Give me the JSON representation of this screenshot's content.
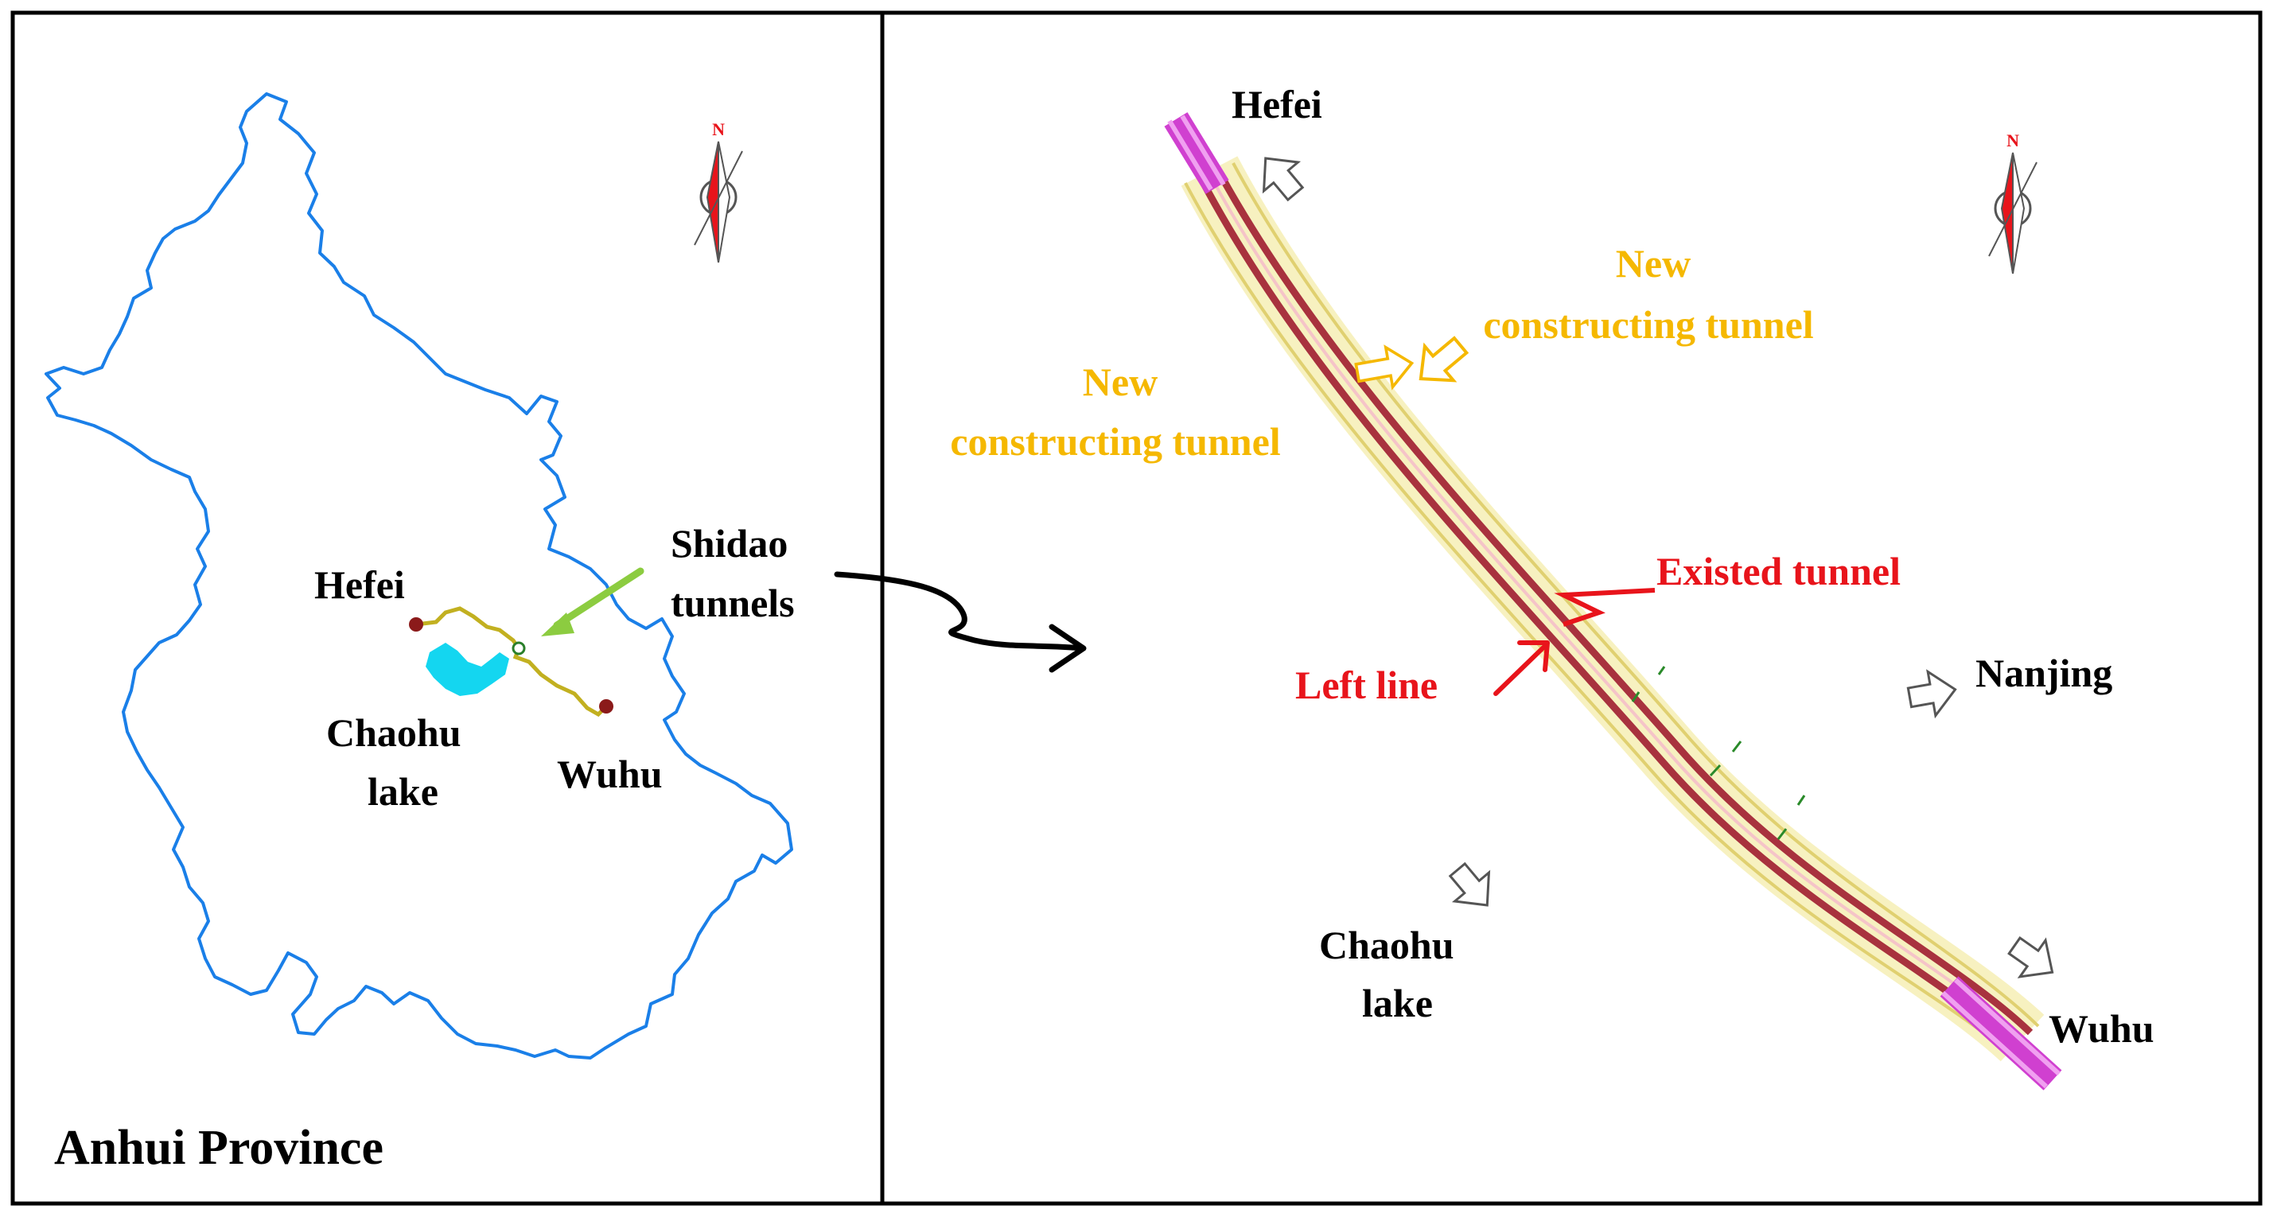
{
  "left_panel": {
    "title": "Anhui Province",
    "labels": {
      "hefei": "Hefei",
      "chaohu_line1": "Chaohu",
      "chaohu_line2": "lake",
      "wuhu": "Wuhu",
      "tunnels_line1": "Shidao",
      "tunnels_line2": "tunnels"
    },
    "compass_letter": "N",
    "icons": [
      "compass-icon",
      "province-boundary",
      "lake-shape",
      "route-line",
      "pointer-arrow"
    ]
  },
  "right_panel": {
    "labels": {
      "hefei": "Hefei",
      "nanjing": "Nanjing",
      "chaohu_line1": "Chaohu",
      "chaohu_line2": "lake",
      "wuhu": "Wuhu",
      "new_tunnel_right_line1": "New",
      "new_tunnel_right_line2": "constructing tunnel",
      "new_tunnel_left_line1": "New",
      "new_tunnel_left_line2": "constructing tunnel",
      "existed_tunnel": "Existed tunnel",
      "left_line": "Left line"
    },
    "compass_letter": "N",
    "icons": [
      "compass-icon",
      "direction-arrow-icon",
      "tunnel-alignment"
    ]
  },
  "colors": {
    "boundary": "#1a7fe8",
    "lake": "#14d6f0",
    "route": "#c2b020",
    "city_dot": "#8b1a1a",
    "pointer_green": "#8ccc40",
    "new_tunnel": "#f5b800",
    "existed_tunnel": "#e8141b",
    "tunnel_band": "#f0e68c",
    "tunnel_line": "#a8323e",
    "portal": "#d040d0"
  }
}
